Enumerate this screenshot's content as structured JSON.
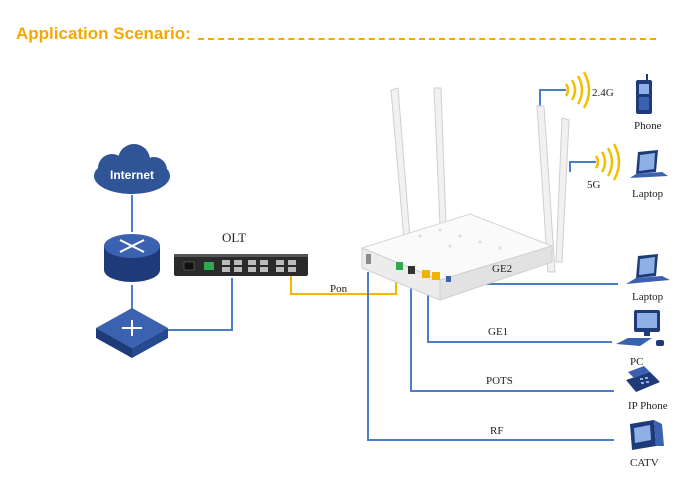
{
  "title": "Application Scenario:",
  "nodes": {
    "internet": "Internet",
    "olt": "OLT"
  },
  "links": {
    "pon": "Pon",
    "ge2": "GE2",
    "ge1": "GE1",
    "pots": "POTS",
    "rf": "RF"
  },
  "wireless": {
    "band_24": "2.4G",
    "band_5": "5G"
  },
  "devices": {
    "phone": "Phone",
    "laptop_wifi": "Laptop",
    "laptop_wired": "Laptop",
    "pc": "PC",
    "ip_phone": "IP Phone",
    "catv": "CATV"
  },
  "colors": {
    "title": "#f5a800",
    "pon_line": "#f5b800",
    "link_line": "#4a7fc8",
    "device_dark": "#1f3a78",
    "internet_cloud": "#2f5597"
  }
}
